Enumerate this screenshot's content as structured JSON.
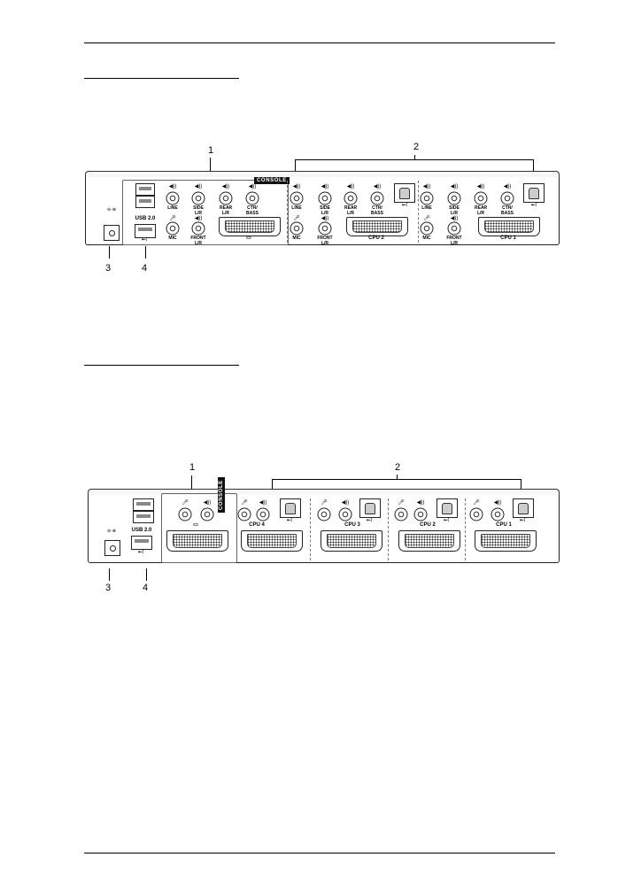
{
  "figures": [
    {
      "callouts": [
        "1",
        "2",
        "3",
        "4"
      ],
      "console_tab": "CONSOLE",
      "usb_label": "USB 2.0",
      "audio_labels": [
        "LINE",
        "SIDE L/R",
        "REAR L/R",
        "CTR/ BASS"
      ],
      "bottom_labels": [
        "MIC",
        "FRONT L/R"
      ],
      "cpu_labels": [
        "CPU 2",
        "CPU 1"
      ]
    },
    {
      "callouts": [
        "1",
        "2",
        "3",
        "4"
      ],
      "console_tab": "CONSOLE",
      "usb_label": "USB 2.0",
      "cpu_labels": [
        "CPU 4",
        "CPU 3",
        "CPU 2",
        "CPU 1"
      ]
    }
  ],
  "icons": {
    "speaker": "speaker-icon",
    "mic": "microphone-icon",
    "usb": "usb-icon",
    "monitor": "monitor-icon",
    "power": "power-icon"
  }
}
